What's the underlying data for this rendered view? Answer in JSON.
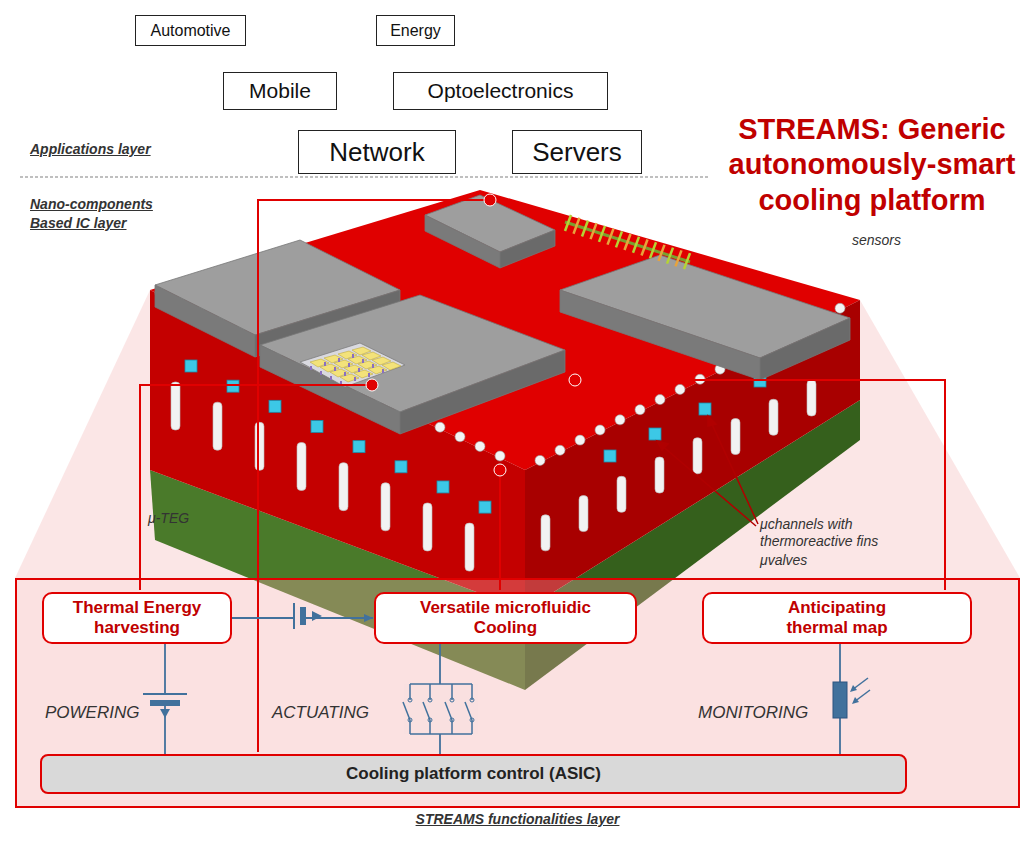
{
  "diagram": {
    "title": "STREAMS: Generic autonomously-smart cooling platform",
    "nodes": [
      {
        "text": [
          "Automotive"
        ]
      },
      {
        "text": [
          "Energy"
        ]
      },
      {
        "text": [
          "Mobile"
        ]
      },
      {
        "text": [
          "Optoelectronics"
        ]
      },
      {
        "text": [
          "Network"
        ]
      },
      {
        "text": [
          "Servers"
        ]
      },
      {
        "text": [
          "STREAMS functionalities layer"
        ]
      },
      {
        "text": [
          "Thermal Energy harvesting"
        ],
        "in": 6
      },
      {
        "text": [
          "Versatile microfluidic Cooling"
        ],
        "in": 6
      },
      {
        "text": [
          "Anticipating thermal map"
        ],
        "in": 6
      },
      {
        "text": [
          "Cooling platform control (ASIC)"
        ],
        "in": 6
      }
    ],
    "edges": [
      {
        "from": 7,
        "to": 8,
        "arrow": "to"
      },
      {
        "from": 7,
        "to": 10,
        "arrow": "none"
      },
      {
        "from": 8,
        "to": 10,
        "arrow": "none"
      },
      {
        "from": 9,
        "to": 10,
        "arrow": "none"
      }
    ],
    "labels": [
      "Applications layer",
      "Nano-components Based IC layer",
      "sensors",
      "μ-TEG",
      "μchannels with thermoreactive fins",
      "μvalves",
      "POWERING",
      "ACTUATING",
      "MONITORING"
    ]
  }
}
